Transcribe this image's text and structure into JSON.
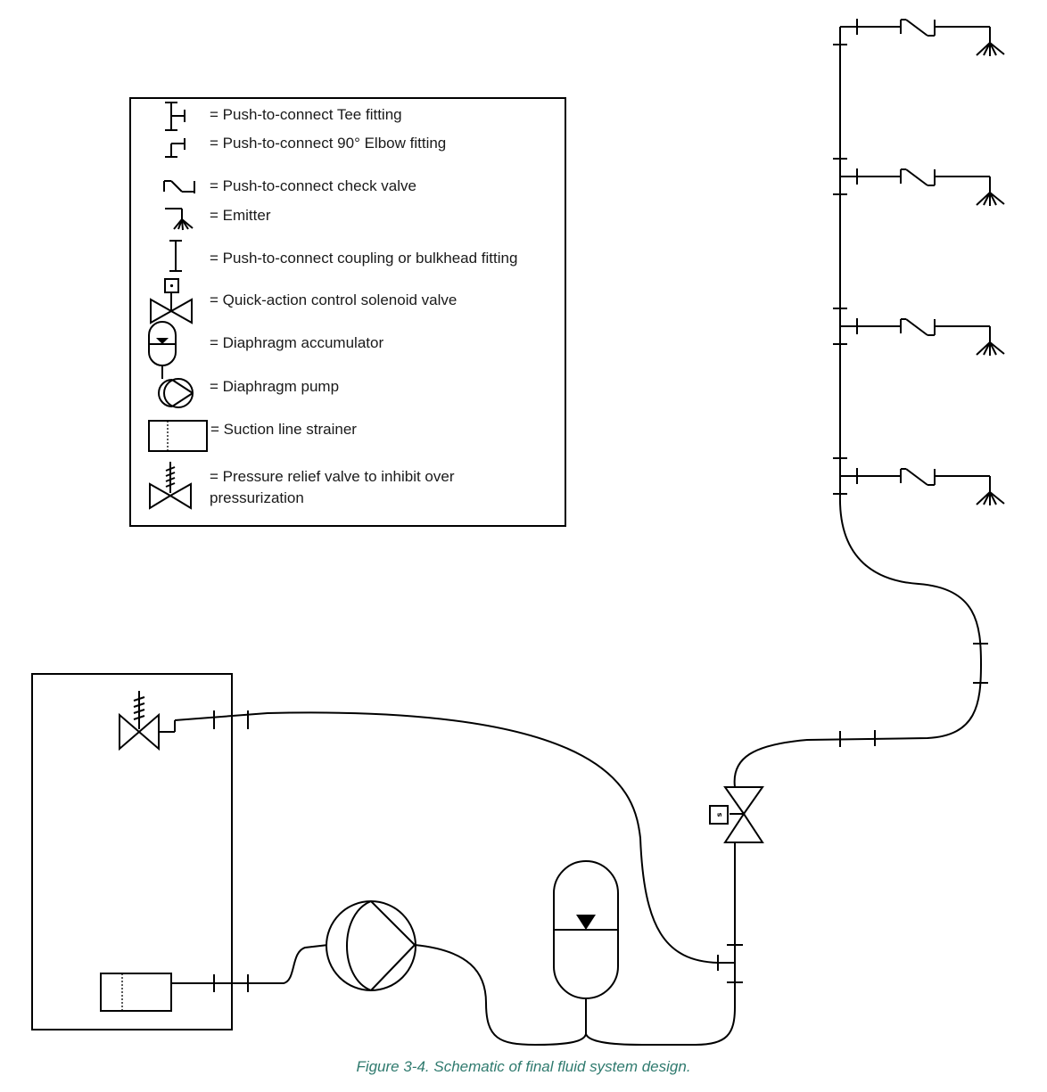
{
  "legend": {
    "items": [
      {
        "icon": "tee-fitting-icon",
        "label": "= Push-to-connect Tee fitting"
      },
      {
        "icon": "elbow-fitting-icon",
        "label": "= Push-to-connect 90° Elbow fitting"
      },
      {
        "icon": "check-valve-icon",
        "label": "= Push-to-connect check valve"
      },
      {
        "icon": "emitter-icon",
        "label": "= Emitter"
      },
      {
        "icon": "coupling-icon",
        "label": "= Push-to-connect coupling or bulkhead fitting"
      },
      {
        "icon": "solenoid-valve-icon",
        "label": "= Quick-action control solenoid valve"
      },
      {
        "icon": "accumulator-icon",
        "label": "= Diaphragm accumulator"
      },
      {
        "icon": "pump-icon",
        "label": "= Diaphragm pump"
      },
      {
        "icon": "strainer-icon",
        "label": "= Suction line strainer"
      },
      {
        "icon": "relief-valve-icon",
        "label_line1": "= Pressure relief valve to inhibit over",
        "label_line2": "pressurization"
      }
    ]
  },
  "diagram": {
    "solenoid_label": "s"
  },
  "caption": "Figure 3-4. Schematic of final fluid system design.",
  "colors": {
    "caption": "#2f7a6e",
    "line": "#000000"
  }
}
